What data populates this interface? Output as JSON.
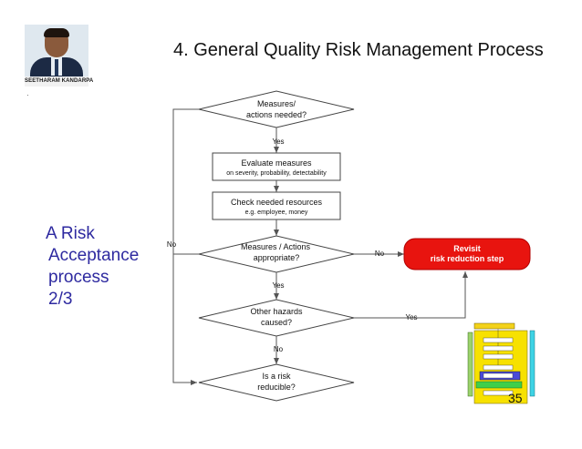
{
  "header": {
    "title": "4. General Quality Risk Management Process",
    "photo_caption": "SEETHARAM KANDARPA",
    "page_number": "35"
  },
  "side_label": {
    "line1": "A Risk",
    "line2": "Acceptance",
    "line3": "process",
    "line4": "2/3",
    "color": "#2e2aa0"
  },
  "flowchart": {
    "decision_measures_needed": {
      "line1": "Measures/",
      "line2": "actions needed?"
    },
    "edge_yes_1": "Yes",
    "process_evaluate": {
      "line1": "Evaluate measures",
      "line2": "on severity, probability, detectability"
    },
    "process_resources": {
      "line1": "Check needed resources",
      "line2": "e.g. employee, money"
    },
    "decision_appropriate": {
      "line1": "Measures / Actions",
      "line2": "appropriate?"
    },
    "edge_no_left": "No",
    "edge_no_right": "No",
    "revisit": {
      "line1": "Revisit",
      "line2": "risk reduction step",
      "color": "#e8140f"
    },
    "edge_yes_2": "Yes",
    "decision_other_hazards": {
      "line1": "Other hazards",
      "line2": "caused?"
    },
    "edge_yes_3": "Yes",
    "edge_no_bottom": "No",
    "decision_reducible": {
      "line1": "Is a risk",
      "line2": "reducible?"
    }
  }
}
